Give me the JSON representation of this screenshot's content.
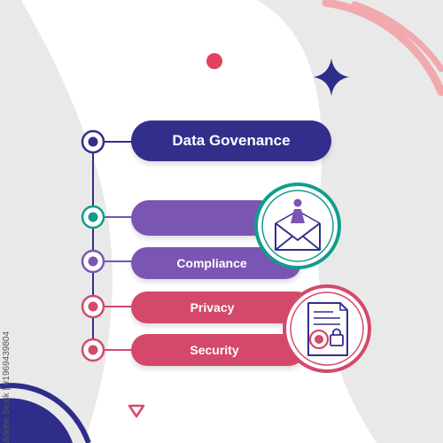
{
  "title": "Data Govenance",
  "items": [
    {
      "label": "",
      "icon": "open-envelope-person-icon"
    },
    {
      "label": "Compliance"
    },
    {
      "label": "Privacy",
      "icon": "locked-document-icon"
    },
    {
      "label": "Security"
    }
  ],
  "watermark": "Adobe Stock | #1969439804",
  "colors": {
    "title": "#332e8c",
    "violet": "#7a55b3",
    "pink": "#d4496b",
    "teal": "#129c8c",
    "accent_dot": "#e0435b",
    "star": "#2e2d8a",
    "arc": "#f1a9ae",
    "background": "#e9e9ea",
    "panel": "#ffffff"
  }
}
